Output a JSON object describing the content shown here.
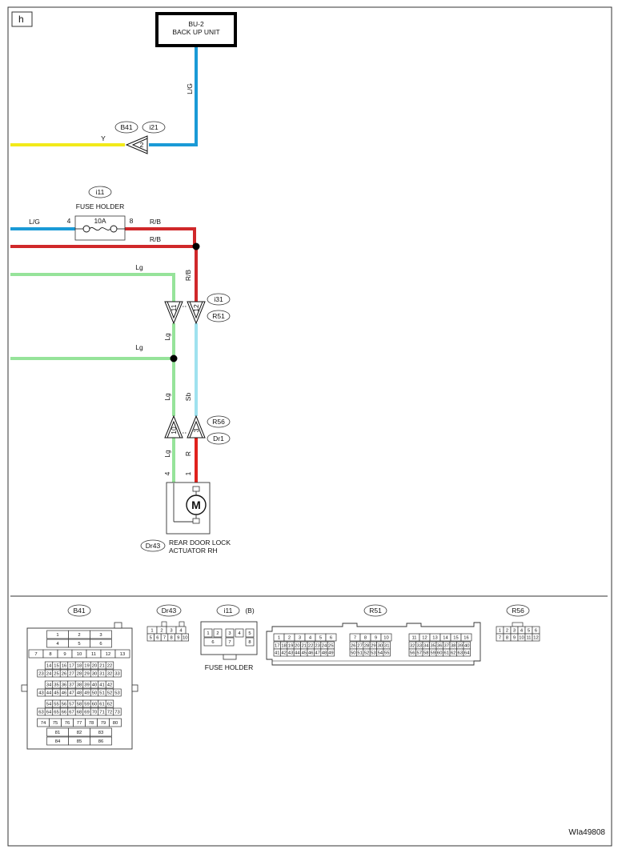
{
  "page_tag": "h",
  "doc_code": "WIa49808",
  "wire_colors": {
    "L/G": "#1a9ad6",
    "Y": "#f2ea1a",
    "R/B": "#d0282a",
    "Lg": "#96e39a",
    "Sb": "#9fe2ef",
    "R": "#e0221d"
  },
  "backup_unit": {
    "id": "BU-2",
    "name": "BACK UP UNIT"
  },
  "wire_labels": {
    "lg_vertical_top": "L/G",
    "y": "Y",
    "lg_fuse_in": "L/G",
    "rb_fuse_out": "R/B",
    "rb_bus": "R/B",
    "rb_vertical": "R/B",
    "lg_upper": "Lg",
    "lg_lower": "Lg",
    "lg_vert_1": "Lg",
    "lg_vert_2": "Lg",
    "lg_vert_3": "Lg",
    "sb_vert": "Sb",
    "r_vert": "R"
  },
  "connectors": {
    "b41": "B41",
    "i21": "i21",
    "b41_pin": "2",
    "i11": "i11",
    "i31": "i31",
    "r51": "R51",
    "r56": "R56",
    "dr1": "Dr1",
    "dr43": "Dr43"
  },
  "fuse": {
    "title": "FUSE HOLDER",
    "rating": "10A",
    "pin_in": "4",
    "pin_out": "8"
  },
  "pins": {
    "i31_r51_a": "11",
    "i31_r51_b": "12",
    "r56_dr1_a": "10",
    "r56_dr1_b": "3",
    "act_a": "4",
    "act_b": "1"
  },
  "actuator": {
    "symbol": "M",
    "line1": "REAR DOOR LOCK",
    "line2": "ACTUATOR RH"
  },
  "connector_views": {
    "b41": {
      "label": "B41",
      "rows": [
        [
          "1",
          "2",
          "3"
        ],
        [
          "4",
          "5",
          "6"
        ],
        [
          "7",
          "8",
          "9",
          "10",
          "11",
          "12",
          "13"
        ],
        [
          "14",
          "15",
          "16",
          "17",
          "18",
          "19",
          "20",
          "21",
          "22"
        ],
        [
          "23",
          "24",
          "25",
          "26",
          "27",
          "28",
          "29",
          "30",
          "31",
          "32",
          "33"
        ],
        [
          "34",
          "35",
          "36",
          "37",
          "38",
          "39",
          "40",
          "41",
          "42"
        ],
        [
          "43",
          "44",
          "45",
          "46",
          "47",
          "48",
          "49",
          "50",
          "51",
          "52",
          "53"
        ],
        [
          "54",
          "55",
          "56",
          "57",
          "58",
          "59",
          "60",
          "61",
          "62"
        ],
        [
          "63",
          "64",
          "65",
          "66",
          "67",
          "68",
          "69",
          "70",
          "71",
          "72",
          "73"
        ],
        [
          "74",
          "75",
          "76",
          "77",
          "78",
          "79",
          "80"
        ],
        [
          "81",
          "82",
          "83"
        ],
        [
          "84",
          "85",
          "86"
        ]
      ]
    },
    "dr43": {
      "label": "Dr43",
      "rows": [
        [
          "1",
          "2",
          "3",
          "4"
        ],
        [
          "5",
          "6",
          "7",
          "8",
          "9",
          "10"
        ]
      ]
    },
    "i11": {
      "label": "i11",
      "sub": "(B)",
      "caption": "FUSE HOLDER",
      "rows": [
        [
          "1",
          "2",
          "3",
          "4",
          "5"
        ],
        [
          "6",
          "7",
          "8"
        ]
      ]
    },
    "r51": {
      "label": "R51",
      "rows": [
        [
          "1",
          "2",
          "3",
          "4",
          "5",
          "6",
          "7",
          "8",
          "9",
          "10",
          "11",
          "12",
          "13",
          "14",
          "15",
          "16"
        ],
        [
          "17",
          "18",
          "19",
          "20",
          "21",
          "22",
          "23",
          "24",
          "25",
          "26",
          "27",
          "28",
          "29",
          "30",
          "31",
          "32",
          "33",
          "34",
          "35",
          "36",
          "37",
          "38",
          "39",
          "40"
        ],
        [
          "41",
          "42",
          "43",
          "44",
          "45",
          "46",
          "47",
          "48",
          "49",
          "50",
          "51",
          "52",
          "53",
          "54",
          "55",
          "56",
          "57",
          "58",
          "59",
          "60",
          "61",
          "62",
          "63",
          "64"
        ]
      ]
    },
    "r56": {
      "label": "R56",
      "rows": [
        [
          "1",
          "2",
          "3",
          "4",
          "5",
          "6"
        ],
        [
          "7",
          "8",
          "9",
          "10",
          "11",
          "12"
        ]
      ]
    }
  }
}
